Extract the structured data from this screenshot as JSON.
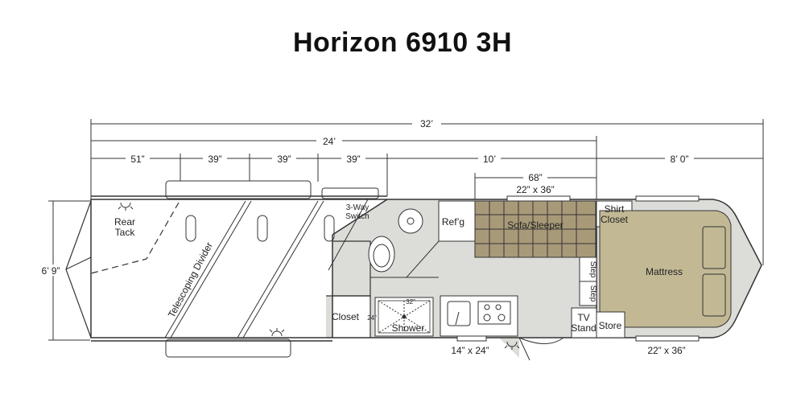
{
  "title": "Horizon 6910 3H",
  "dimensions": {
    "overall_length": "32’",
    "living_length": "24’",
    "stall_1": "51”",
    "stall_2": "39”",
    "stall_3": "39”",
    "stall_4": "39”",
    "living_quarters": "10’",
    "nose": "8’ 0”",
    "sofa_width": "68”",
    "height": "6’ 9”"
  },
  "windows": {
    "top_window": "22” x 36”",
    "bottom_window": "22” x 36”",
    "side_window": "14” x 24”"
  },
  "rooms": {
    "rear_tack": "Rear Tack",
    "telescoping_divider": "Telescoping Divider",
    "switch": "3-Way Switch",
    "fridge": "Ref’g",
    "sofa": "Sofa/Sleeper",
    "shirt_closet": "Shirt Closet",
    "mattress": "Mattress",
    "step": "Step",
    "closet": "Closet",
    "shower": "Shower",
    "shower_w": "32”",
    "shower_d": "24”",
    "tv_stand": "TV Stand",
    "store": "Store"
  },
  "colors": {
    "floor": "#dcdcd8",
    "sofa": "#a89a78",
    "mattress": "#c2b894",
    "wall": "#333333"
  }
}
